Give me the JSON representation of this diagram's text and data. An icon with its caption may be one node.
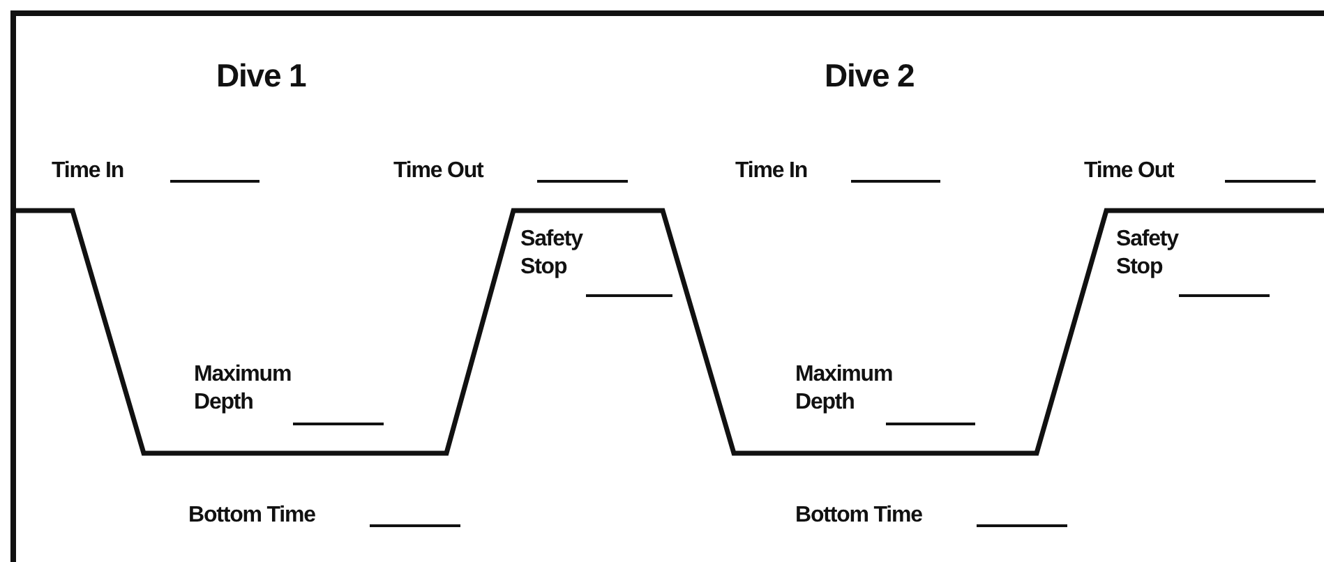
{
  "diagram": {
    "labels": [
      "Dive 1",
      "Dive 2",
      "Time In",
      "Time Out",
      "Time In",
      "Time Out",
      "Safety Stop",
      "Safety Stop",
      "Maximum Depth",
      "Maximum Depth",
      "Bottom Time",
      "Bottom Time"
    ]
  }
}
